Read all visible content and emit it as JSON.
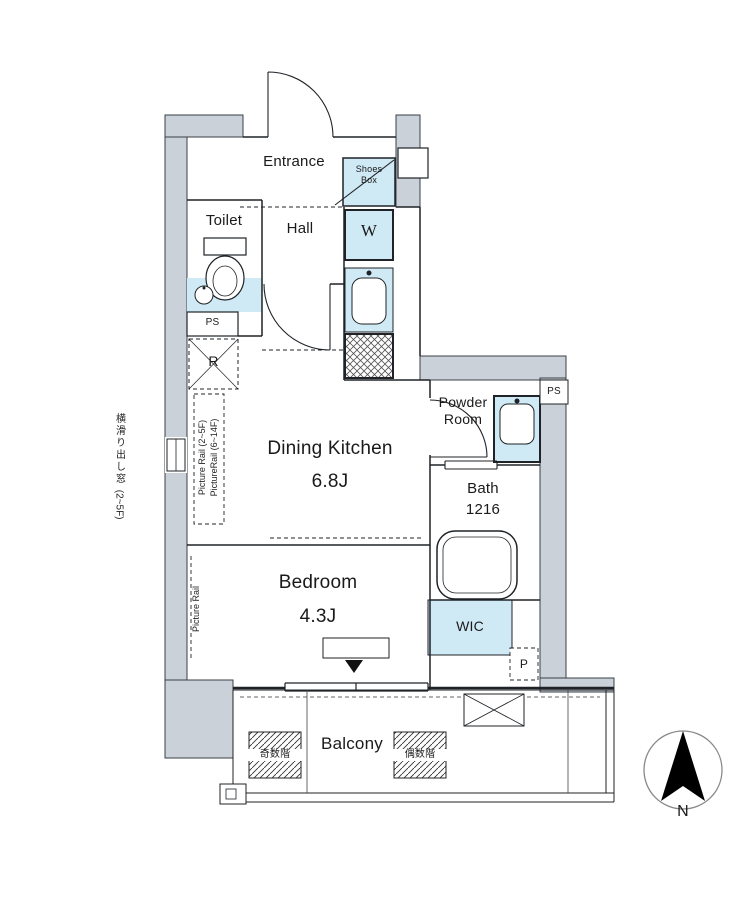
{
  "colors": {
    "wall": "#cbd1d8",
    "water": "#cfe9f5",
    "line": "#1f2327"
  },
  "unit": {
    "entrance": "Entrance",
    "shoes_box_line1": "Shoes",
    "shoes_box_line2": "Box",
    "toilet": "Toilet",
    "hall": "Hall",
    "washer": "W",
    "ps_left": "PS",
    "ps_right": "PS",
    "fridge": "R",
    "dining_kitchen": "Dining Kitchen",
    "dining_kitchen_size": "6.8J",
    "powder_line1": "Powder",
    "powder_line2": "Room",
    "bath": "Bath",
    "bath_size": "1216",
    "bedroom": "Bedroom",
    "bedroom_size": "4.3J",
    "wic": "WIC",
    "pipe": "P",
    "balcony": "Balcony"
  },
  "annotations": {
    "left_window": "横滑り出し窓",
    "left_window_floors": "(2~5F)",
    "picture_rail_1": "Picture Rail (2~5F)",
    "picture_rail_2": "PictureRail (6~14F)",
    "picture_rail_bedroom": "Picture Rail",
    "hatch_odd": "奇数階",
    "hatch_even": "偶数階",
    "north": "N"
  }
}
